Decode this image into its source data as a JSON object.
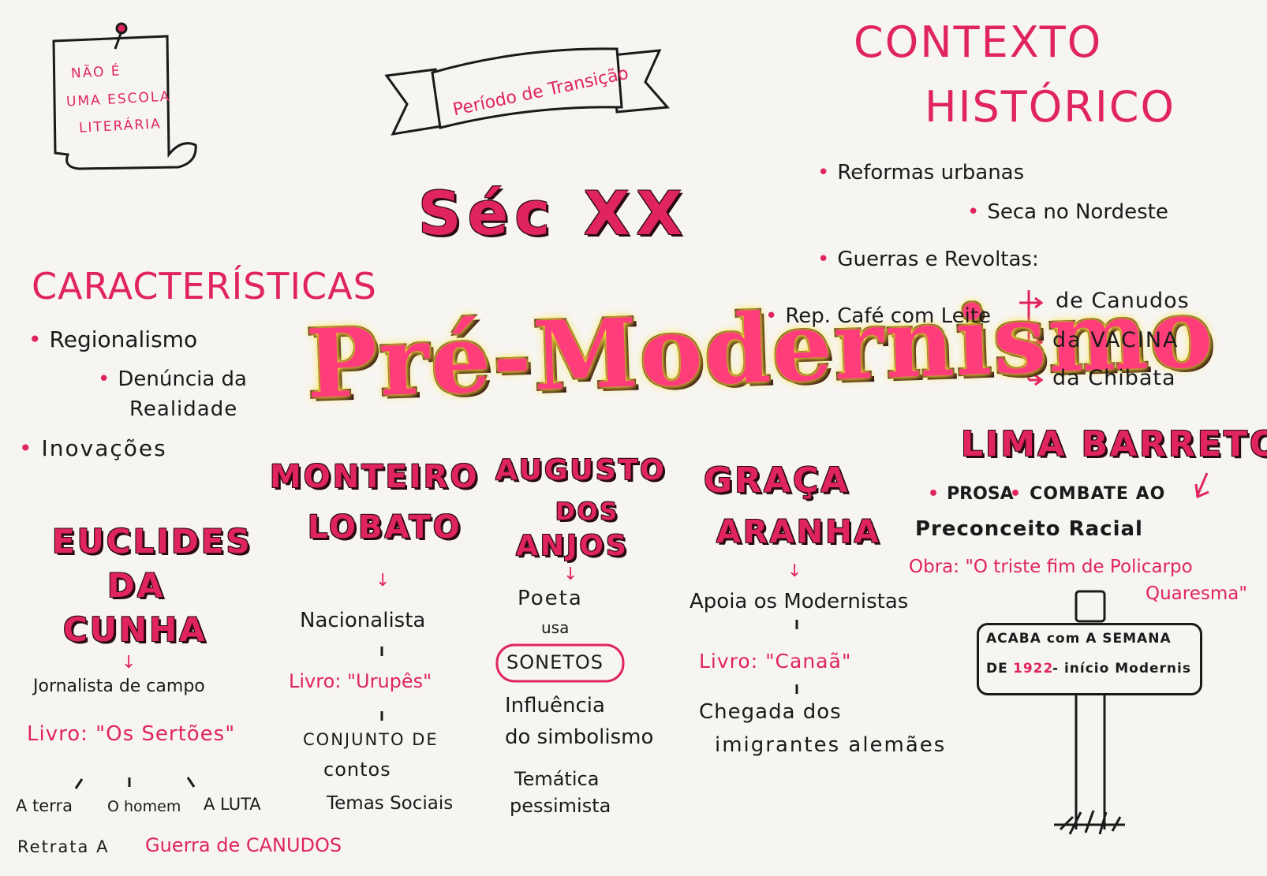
{
  "note": {
    "line1": "NÃO É",
    "line2": "UMA ESCOLA",
    "line3": "LITERÁRIA"
  },
  "banner": {
    "text": "Período de Transição"
  },
  "century": "Séc XX",
  "title": "Pré-Modernismo",
  "contexto": {
    "heading1": "CONTEXTO",
    "heading2": "HISTÓRICO",
    "items": [
      "Reformas urbanas",
      "Seca no Nordeste",
      "Guerras e Revoltas:",
      "Rep. Café com Leite"
    ],
    "revoltas": [
      "de Canudos",
      "da VACINA",
      "da Chibata"
    ]
  },
  "caracteristicas": {
    "heading": "CARACTERÍSTICAS",
    "items": [
      "Regionalismo",
      "Denúncia da",
      "Realidade",
      "Inovações"
    ]
  },
  "euclides": {
    "name1": "EUCLIDES",
    "name2": "DA",
    "name3": "CUNHA",
    "role": "Jornalista de campo",
    "book": "Livro: \"Os Sertões\"",
    "parts": [
      "A terra",
      "O homem",
      "A LUTA"
    ],
    "retrata": "Retrata A",
    "guerra": "Guerra de CANUDOS"
  },
  "monteiro": {
    "name1": "MONTEIRO",
    "name2": "LOBATO",
    "role": "Nacionalista",
    "book": "Livro: \"Urupês\"",
    "desc1": "CONJUNTO DE",
    "desc2": "contos",
    "desc3": "Temas Sociais"
  },
  "augusto": {
    "name1": "AUGUSTO",
    "name2": "DOS",
    "name3": "ANJOS",
    "role1": "Poeta",
    "role2": "usa",
    "sonetos": "SONETOS",
    "desc1": "Influência",
    "desc2": "do simbolismo",
    "desc3": "Temática",
    "desc4": "pessimista"
  },
  "graca": {
    "name1": "GRAÇA",
    "name2": "ARANHA",
    "role": "Apoia os Modernistas",
    "book": "Livro: \"Canaã\"",
    "desc1": "Chegada dos",
    "desc2": "imigrantes alemães"
  },
  "lima": {
    "name": "LIMA BARRETO",
    "line1a": "PROSA",
    "line1b": "COMBATE AO",
    "line2": "Preconceito Racial",
    "obra1": "Obra: \"O triste fim de Policarpo",
    "obra2": "Quaresma\""
  },
  "sign": {
    "line1": "ACABA com A SEMANA",
    "line2a": "DE",
    "line2b": "1922",
    "line2c": "- início Modernis"
  },
  "colors": {
    "accent": "#e0245e",
    "ink": "#1a1a1a",
    "highlight": "#ffe23a"
  }
}
